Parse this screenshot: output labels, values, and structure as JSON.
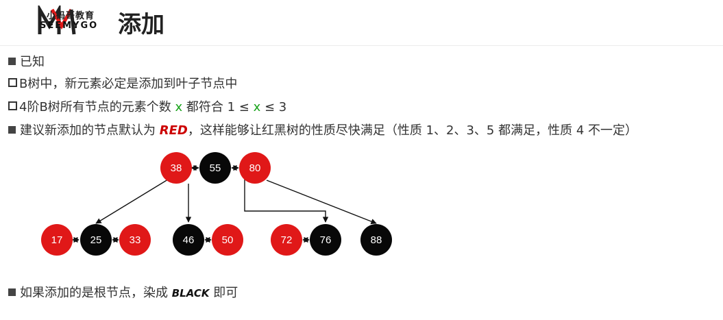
{
  "header": {
    "logo_cn": "小码哥教育",
    "logo_en": "SEEMYGO",
    "title": "添加"
  },
  "lines": {
    "l1": "已知",
    "l2": "B树中，新元素必定是添加到叶子节点中",
    "l3_a": "4阶B树所有节点的元素个数 ",
    "l3_x1": "x",
    "l3_b": " 都符合 1 ≤  ",
    "l3_x2": "x",
    "l3_c": " ≤ 3",
    "l4_a": "建议新添加的节点默认为 ",
    "l4_red": "RED",
    "l4_b": "，这样能够让红黑树的性质尽快满足（性质 1、2、3、5 都满足，性质 4 不一定）",
    "l5_a": "如果添加的是根节点，染成 ",
    "l5_black": "BLACK",
    "l5_b": "  即可"
  },
  "colors": {
    "red_node": "#e01818",
    "black_node": "#080808",
    "green": "#18a31a"
  },
  "tree": {
    "nodes": [
      {
        "id": "n38",
        "label": "38",
        "color": "red"
      },
      {
        "id": "n55",
        "label": "55",
        "color": "black"
      },
      {
        "id": "n80",
        "label": "80",
        "color": "red"
      },
      {
        "id": "n17",
        "label": "17",
        "color": "red"
      },
      {
        "id": "n25",
        "label": "25",
        "color": "black"
      },
      {
        "id": "n33",
        "label": "33",
        "color": "red"
      },
      {
        "id": "n46",
        "label": "46",
        "color": "black"
      },
      {
        "id": "n50",
        "label": "50",
        "color": "red"
      },
      {
        "id": "n72",
        "label": "72",
        "color": "red"
      },
      {
        "id": "n76",
        "label": "76",
        "color": "black"
      },
      {
        "id": "n88",
        "label": "88",
        "color": "black"
      }
    ]
  }
}
